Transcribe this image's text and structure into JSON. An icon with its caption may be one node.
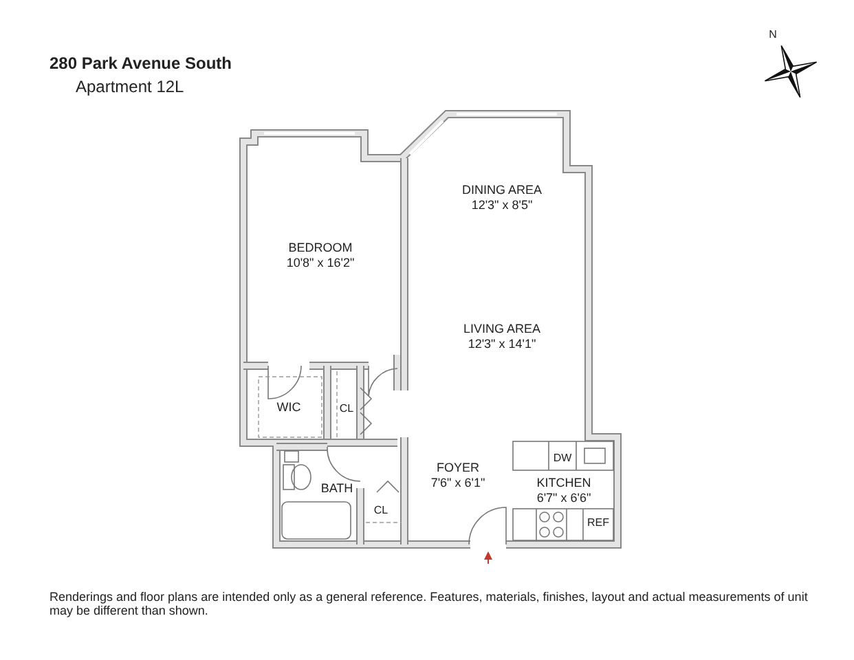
{
  "diagram": {
    "title": "280 Park Avenue South",
    "caption": "Renderings and floor plans are intended only as a general reference. Features, materials, finishes, layout and actual measurements of unit may be different than shown.",
    "labels": [
      "Apartment 12L",
      "N",
      "DINING AREA",
      "12'3\" x 8'5\"",
      "BEDROOM",
      "10'8\" x 16'2\"",
      "LIVING AREA",
      "12'3\" x 14'1\"",
      "WIC",
      "CL",
      "DW",
      "BATH",
      "FOYER",
      "7'6\" x 6'1\"",
      "KITCHEN",
      "6'7\" x 6'6\"",
      "CL",
      "REF"
    ]
  }
}
